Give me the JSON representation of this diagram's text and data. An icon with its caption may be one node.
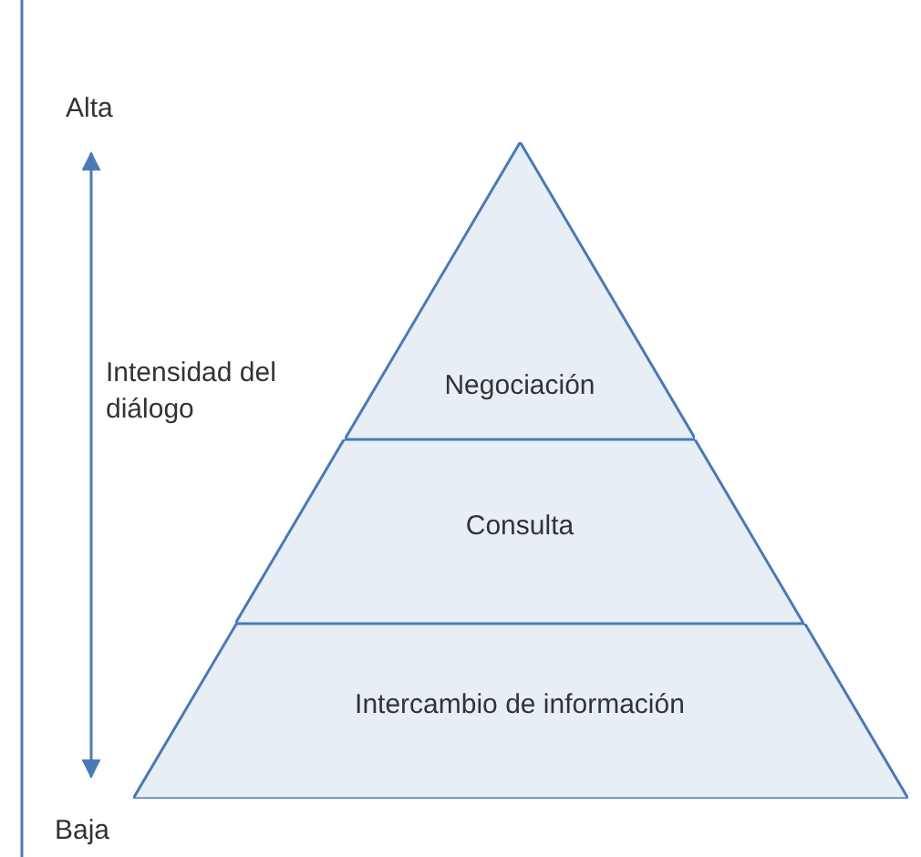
{
  "diagram": {
    "nodes": [
      {
        "text": [
          "Negociación"
        ]
      },
      {
        "text": [
          "Consulta"
        ]
      },
      {
        "text": [
          "Intercambio de información"
        ]
      }
    ],
    "labels": [
      "Alta",
      "Intensidad del diálogo",
      "Baja"
    ]
  }
}
